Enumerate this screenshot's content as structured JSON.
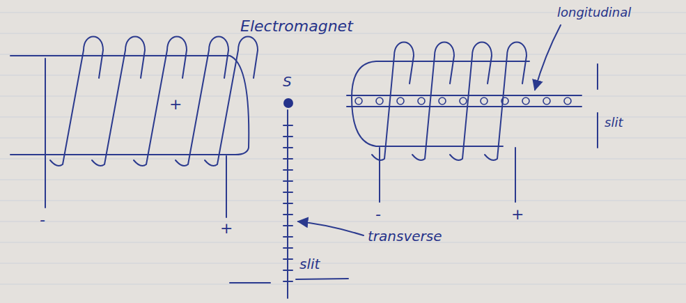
{
  "diagram": {
    "labels": [
      "Electromagnet",
      "S",
      "longitudinal",
      "+",
      "slit",
      "-",
      "+",
      "-",
      "+",
      "transverse",
      "slit"
    ]
  }
}
